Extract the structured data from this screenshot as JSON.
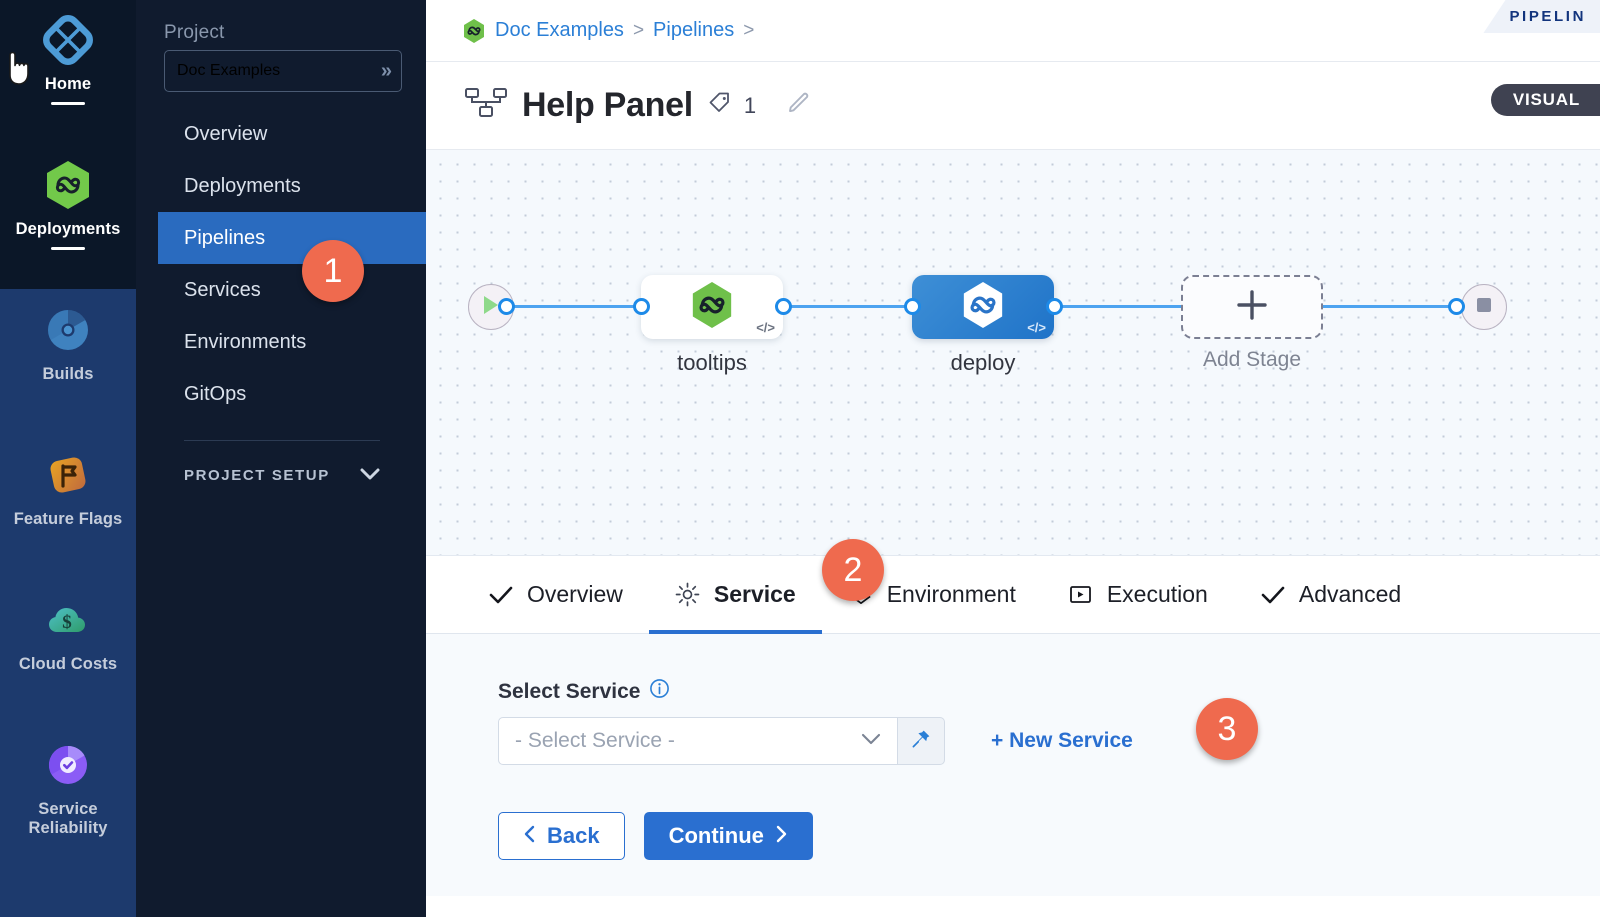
{
  "module_rail": {
    "items": [
      {
        "label": "Home",
        "icon": "home-diamond-icon",
        "active": true
      },
      {
        "label": "Deployments",
        "icon": "deployments-infinity-hex-icon",
        "active": true
      },
      {
        "label": "Builds",
        "icon": "builds-icon",
        "active": false
      },
      {
        "label": "Feature Flags",
        "icon": "feature-flags-icon",
        "active": false
      },
      {
        "label": "Cloud Costs",
        "icon": "cloud-costs-icon",
        "active": false
      },
      {
        "label": "Service Reliability",
        "icon": "service-reliability-icon",
        "active": false
      }
    ]
  },
  "project_sidebar": {
    "section_label": "Project",
    "selected_project": "Doc Examples",
    "expand_icon": "double-chevron-right-icon",
    "nav": [
      {
        "label": "Overview",
        "active": false
      },
      {
        "label": "Deployments",
        "active": false
      },
      {
        "label": "Pipelines",
        "active": true
      },
      {
        "label": "Services",
        "active": false
      },
      {
        "label": "Environments",
        "active": false
      },
      {
        "label": "GitOps",
        "active": false
      }
    ],
    "setup_label": "PROJECT SETUP",
    "setup_icon": "chevron-down-icon"
  },
  "breadcrumb": {
    "project_icon": "harness-infinity-hex-icon",
    "items": [
      "Doc Examples",
      "Pipelines"
    ],
    "separator": ">",
    "pipeline_tab_label": "PIPELIN"
  },
  "header": {
    "pipeline_icon": "pipeline-nodes-icon",
    "title": "Help Panel",
    "tag_icon": "tag-icon",
    "tag_count": "1",
    "edit_icon": "pencil-edit-icon",
    "view_mode_badge": "VISUAL"
  },
  "canvas": {
    "start_node": {
      "name": "start-node",
      "icon": "play-triangle-icon"
    },
    "end_node": {
      "name": "end-node",
      "icon": "stop-square-icon"
    },
    "stages": [
      {
        "label": "tooltips",
        "type": "white",
        "icon": "harness-infinity-hex-icon",
        "code_mark": "</>"
      },
      {
        "label": "deploy",
        "type": "blue",
        "icon": "harness-infinity-hex-icon",
        "code_mark": "</>"
      },
      {
        "label": "Add Stage",
        "type": "add",
        "icon": "plus-icon",
        "code_mark": ""
      }
    ]
  },
  "tabs": [
    {
      "label": "Overview",
      "icon": "check-icon",
      "active": false
    },
    {
      "label": "Service",
      "icon": "gear-icon",
      "active": true
    },
    {
      "label": "Environment",
      "icon": "layers-diamond-icon",
      "active": false
    },
    {
      "label": "Execution",
      "icon": "play-box-icon",
      "active": false
    },
    {
      "label": "Advanced",
      "icon": "check-icon",
      "active": false
    }
  ],
  "form": {
    "field_label": "Select Service",
    "info_icon": "info-circle-icon",
    "select_value": "- Select Service -",
    "select_placeholder": "- Select Service -",
    "dropdown_icon": "chevron-down-icon",
    "pin_icon": "pin-icon",
    "new_service_label": "+ New Service",
    "back_label": "Back",
    "back_icon": "chevron-left-icon",
    "continue_label": "Continue",
    "continue_icon": "chevron-right-icon"
  },
  "callouts": [
    {
      "number": "1",
      "target": "sidebar-item-pipelines"
    },
    {
      "number": "2",
      "target": "tab-service"
    },
    {
      "number": "3",
      "target": "new-service-link"
    }
  ],
  "colors": {
    "accent_blue": "#2a6fd0",
    "callout_orange": "#ef6a4e",
    "rail_dark": "#0b1728",
    "rail_blue": "#1d3a6d",
    "sidebar_dark": "#101b2e",
    "canvas_bg": "#f5f9fd",
    "edge_blue": "#4da3f0",
    "harness_green": "#6fc04a"
  }
}
